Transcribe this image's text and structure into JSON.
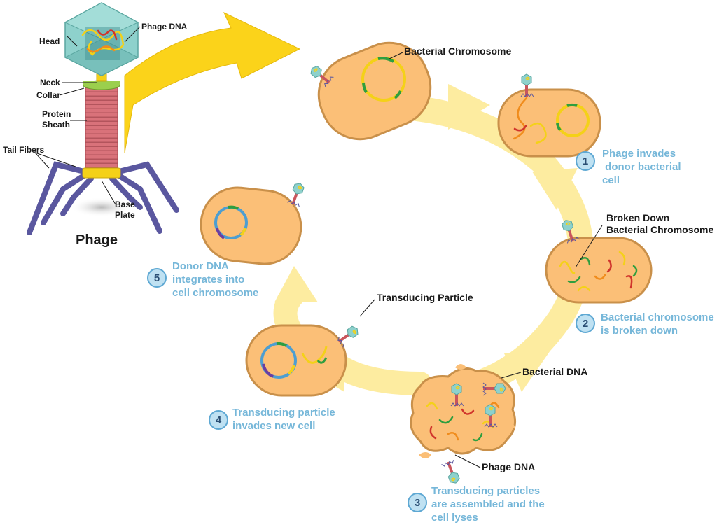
{
  "colors": {
    "cell_fill": "#fbbf77",
    "cell_stroke": "#c9904a",
    "cycle_arrow": "#fdeca0",
    "big_arrow": "#fbd31a",
    "step_text": "#76b7d9",
    "step_circle_fill": "#bfe1f2",
    "step_circle_stroke": "#5ea8d3",
    "phage_head": "#8ed1cc",
    "sheath": "#d9727a",
    "tail_fiber": "#5a579f",
    "collar": "#9bcf4d",
    "dna_yellow": "#f4d118",
    "dna_green": "#2f9e3f",
    "dna_orange": "#f08c1c",
    "dna_red": "#d0342c"
  },
  "phage_diagram": {
    "title": "Phage",
    "labels": {
      "head": "Head",
      "phage_dna": "Phage DNA",
      "neck": "Neck",
      "collar": "Collar",
      "protein_sheath_line1": "Protein",
      "protein_sheath_line2": "Sheath",
      "tail_fibers": "Tail Fibers",
      "base_plate_line1": "Base",
      "base_plate_line2": "Plate"
    }
  },
  "cycle_labels": {
    "bacterial_chromosome": "Bacterial Chromosome",
    "broken_down_line1": "Broken Down",
    "broken_down_line2": "Bacterial Chromosome",
    "bacterial_dna": "Bacterial DNA",
    "phage_dna": "Phage DNA",
    "transducing_particle": "Transducing Particle"
  },
  "steps": [
    {
      "number": "1",
      "lines": [
        "Phage invades",
        " donor bacterial",
        "cell"
      ]
    },
    {
      "number": "2",
      "lines": [
        "Bacterial chromosome",
        "is broken down"
      ]
    },
    {
      "number": "3",
      "lines": [
        "Transducing particles",
        "are assembled and the",
        "cell lyses"
      ]
    },
    {
      "number": "4",
      "lines": [
        "Transducing particle",
        "invades new cell"
      ]
    },
    {
      "number": "5",
      "lines": [
        "Donor DNA",
        "integrates into",
        "cell chromosome"
      ]
    }
  ]
}
